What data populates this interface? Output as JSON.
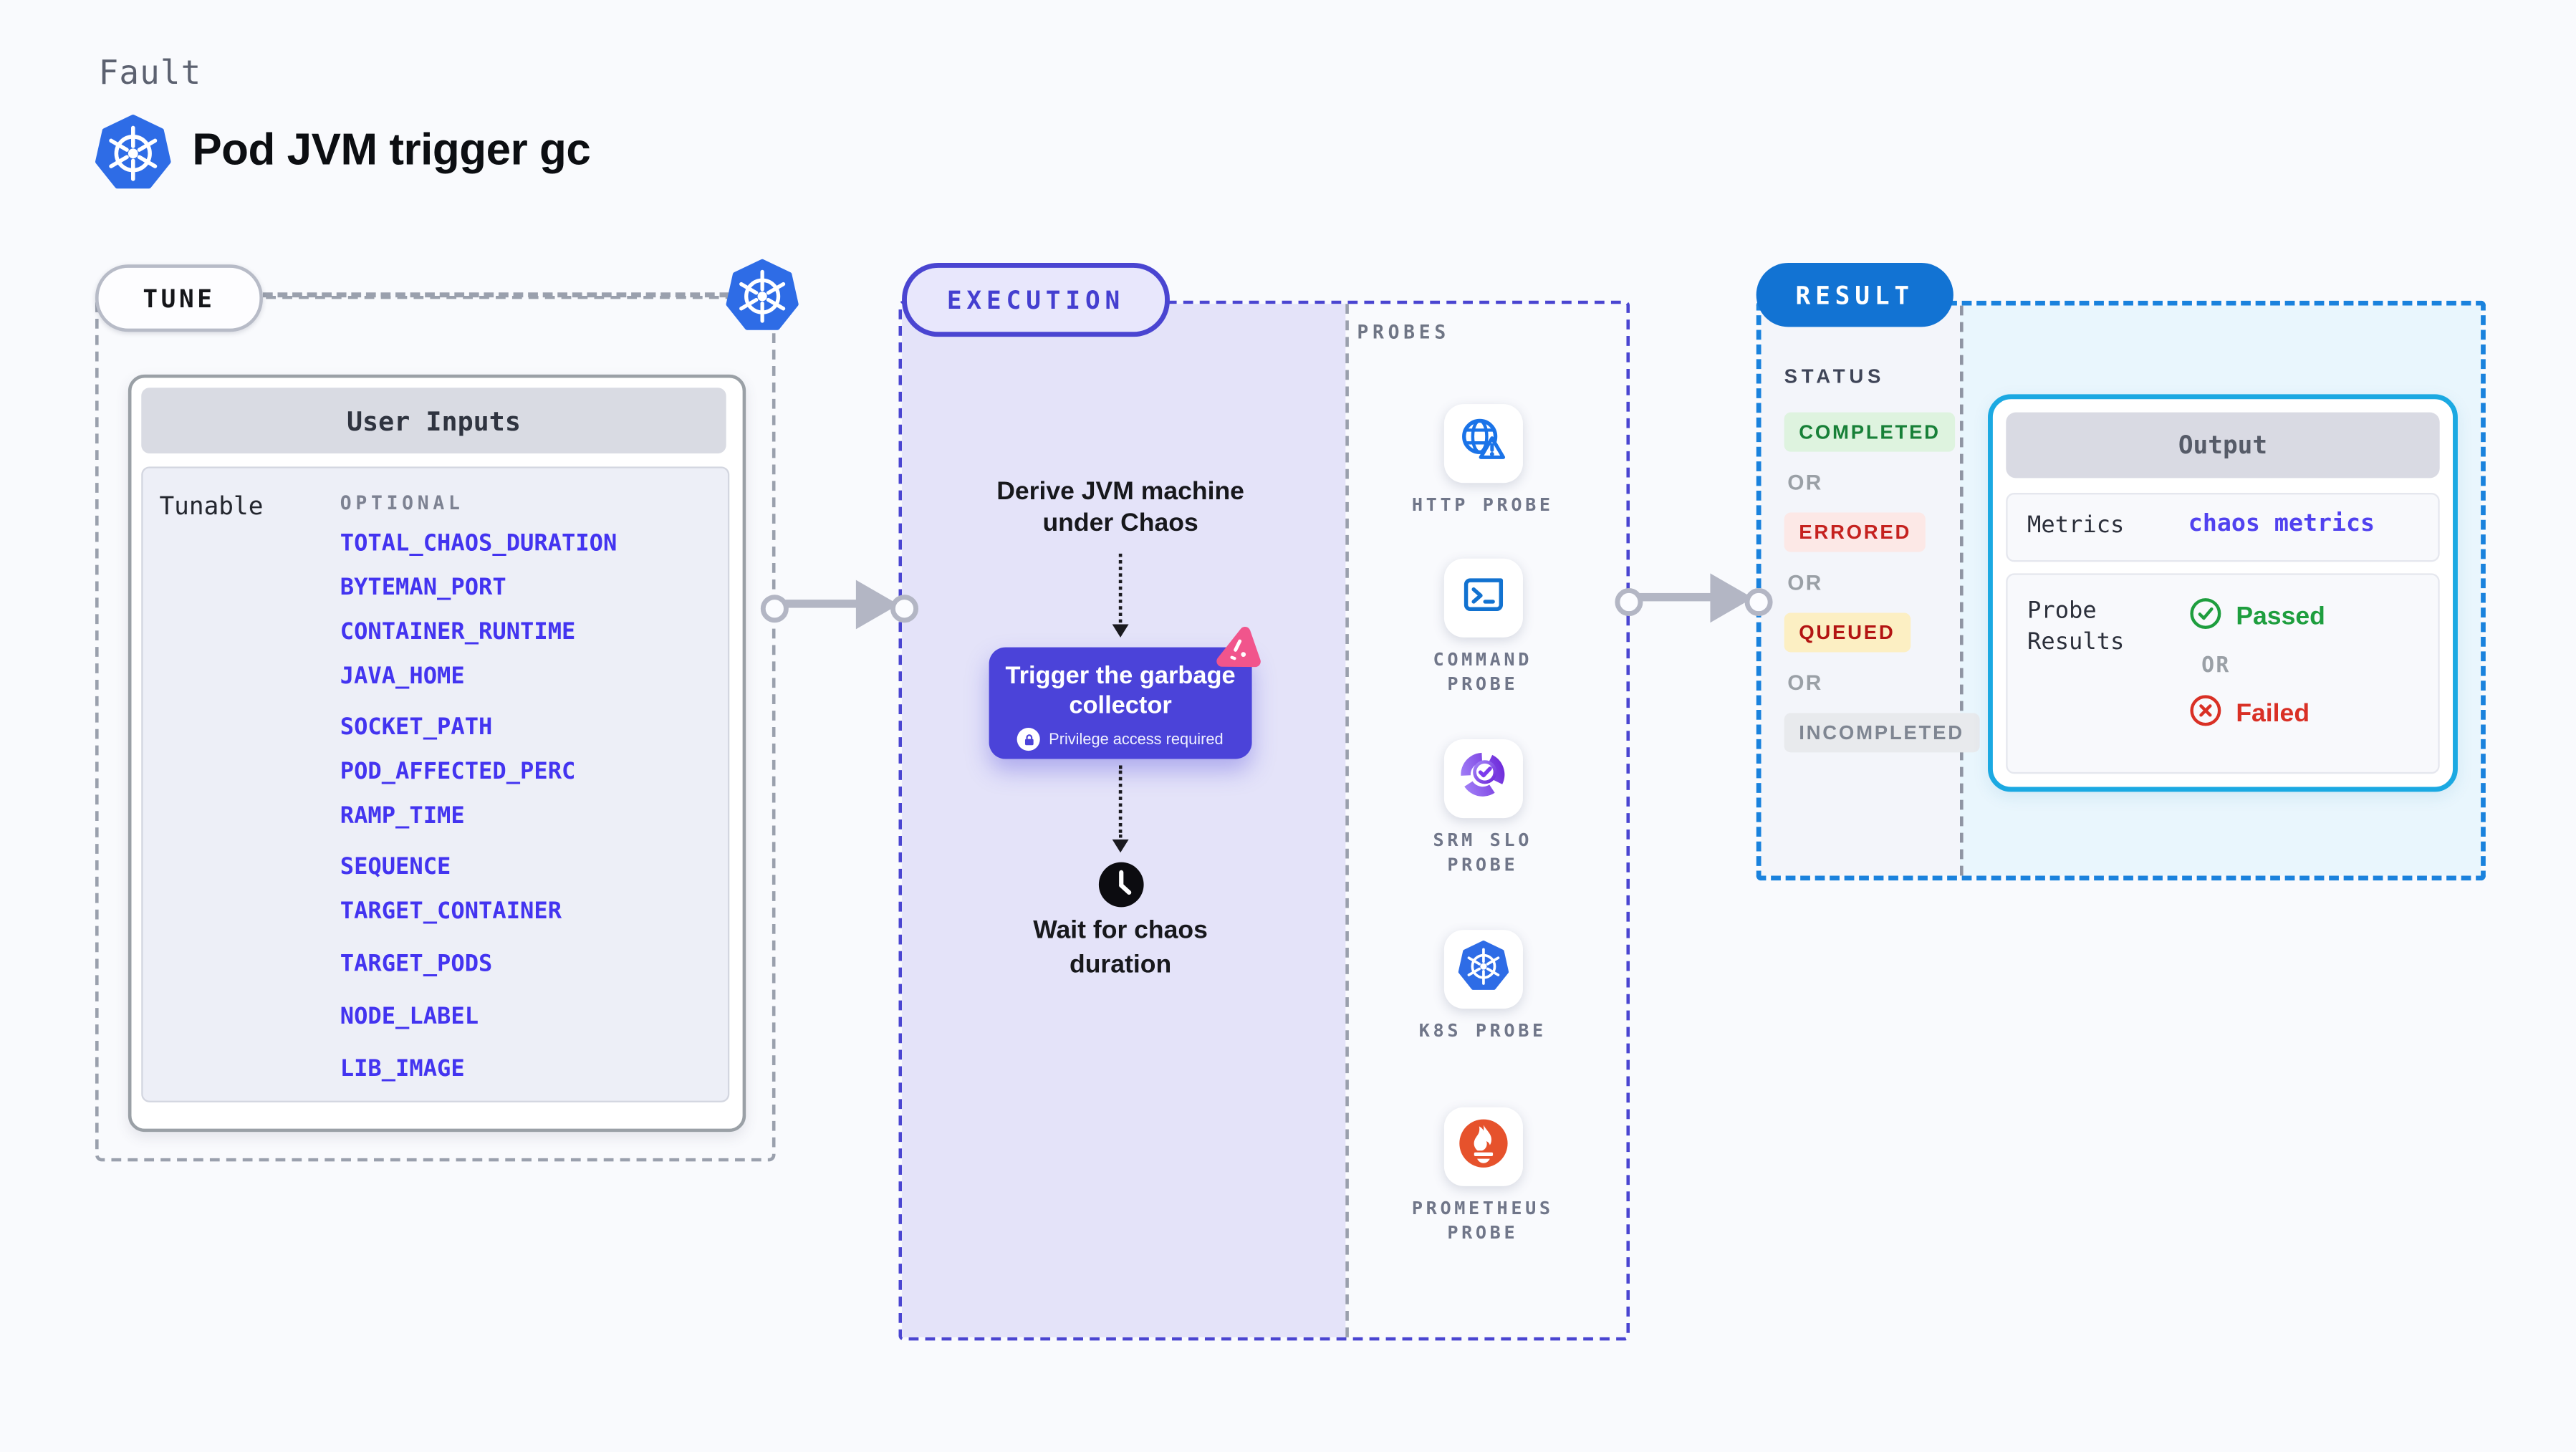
{
  "header": {
    "eyebrow": "Fault",
    "title": "Pod JVM trigger gc"
  },
  "tune": {
    "badge": "TUNE",
    "user_inputs": {
      "title": "User Inputs",
      "row_label": "Tunable",
      "column_label": "OPTIONAL",
      "params": [
        "TOTAL_CHAOS_DURATION",
        "BYTEMAN_PORT",
        "CONTAINER_RUNTIME",
        "JAVA_HOME",
        "SOCKET_PATH",
        "POD_AFFECTED_PERC",
        "RAMP_TIME",
        "SEQUENCE",
        "TARGET_CONTAINER",
        "TARGET_PODS",
        "NODE_LABEL",
        "LIB_IMAGE"
      ]
    }
  },
  "execution": {
    "badge": "EXECUTION",
    "derive_step": "Derive JVM machine under Chaos",
    "action": {
      "title": "Trigger the garbage collector",
      "note": "Privilege access required"
    },
    "wait_step": "Wait for chaos duration",
    "probes": {
      "label": "PROBES",
      "items": [
        "HTTP PROBE",
        "COMMAND PROBE",
        "SRM SLO PROBE",
        "K8S PROBE",
        "PROMETHEUS PROBE"
      ]
    }
  },
  "result": {
    "badge": "RESULT",
    "status_label": "STATUS",
    "or_label": "OR",
    "statuses": [
      {
        "label": "COMPLETED",
        "bg": "#def3df",
        "fg": "#188038"
      },
      {
        "label": "ERRORED",
        "bg": "#fce8e6",
        "fg": "#c5221f"
      },
      {
        "label": "QUEUED",
        "bg": "#fcefc3",
        "fg": "#b31412"
      },
      {
        "label": "INCOMPLETED",
        "bg": "#e8eaed",
        "fg": "#7f8692"
      }
    ],
    "output": {
      "title": "Output",
      "metrics_label": "Metrics",
      "metrics_value": "chaos metrics",
      "probe_results_label": "Probe Results",
      "passed_label": "Passed",
      "failed_label": "Failed"
    }
  },
  "colors": {
    "accent_indigo": "#4b43d9",
    "accent_blue": "#1273d3",
    "cyan_border": "#1ba9e2",
    "param_link": "#4334f0",
    "metrics_value": "#5142ef",
    "passed": "#1e9e3e",
    "failed": "#d93025",
    "arrow": "#b3b6c4",
    "k8s_blue": "#2e6ce6",
    "probe_icon_blue": "#1a73e8",
    "prometheus_orange": "#e6522c",
    "chaos_pink": "#f1558c"
  }
}
